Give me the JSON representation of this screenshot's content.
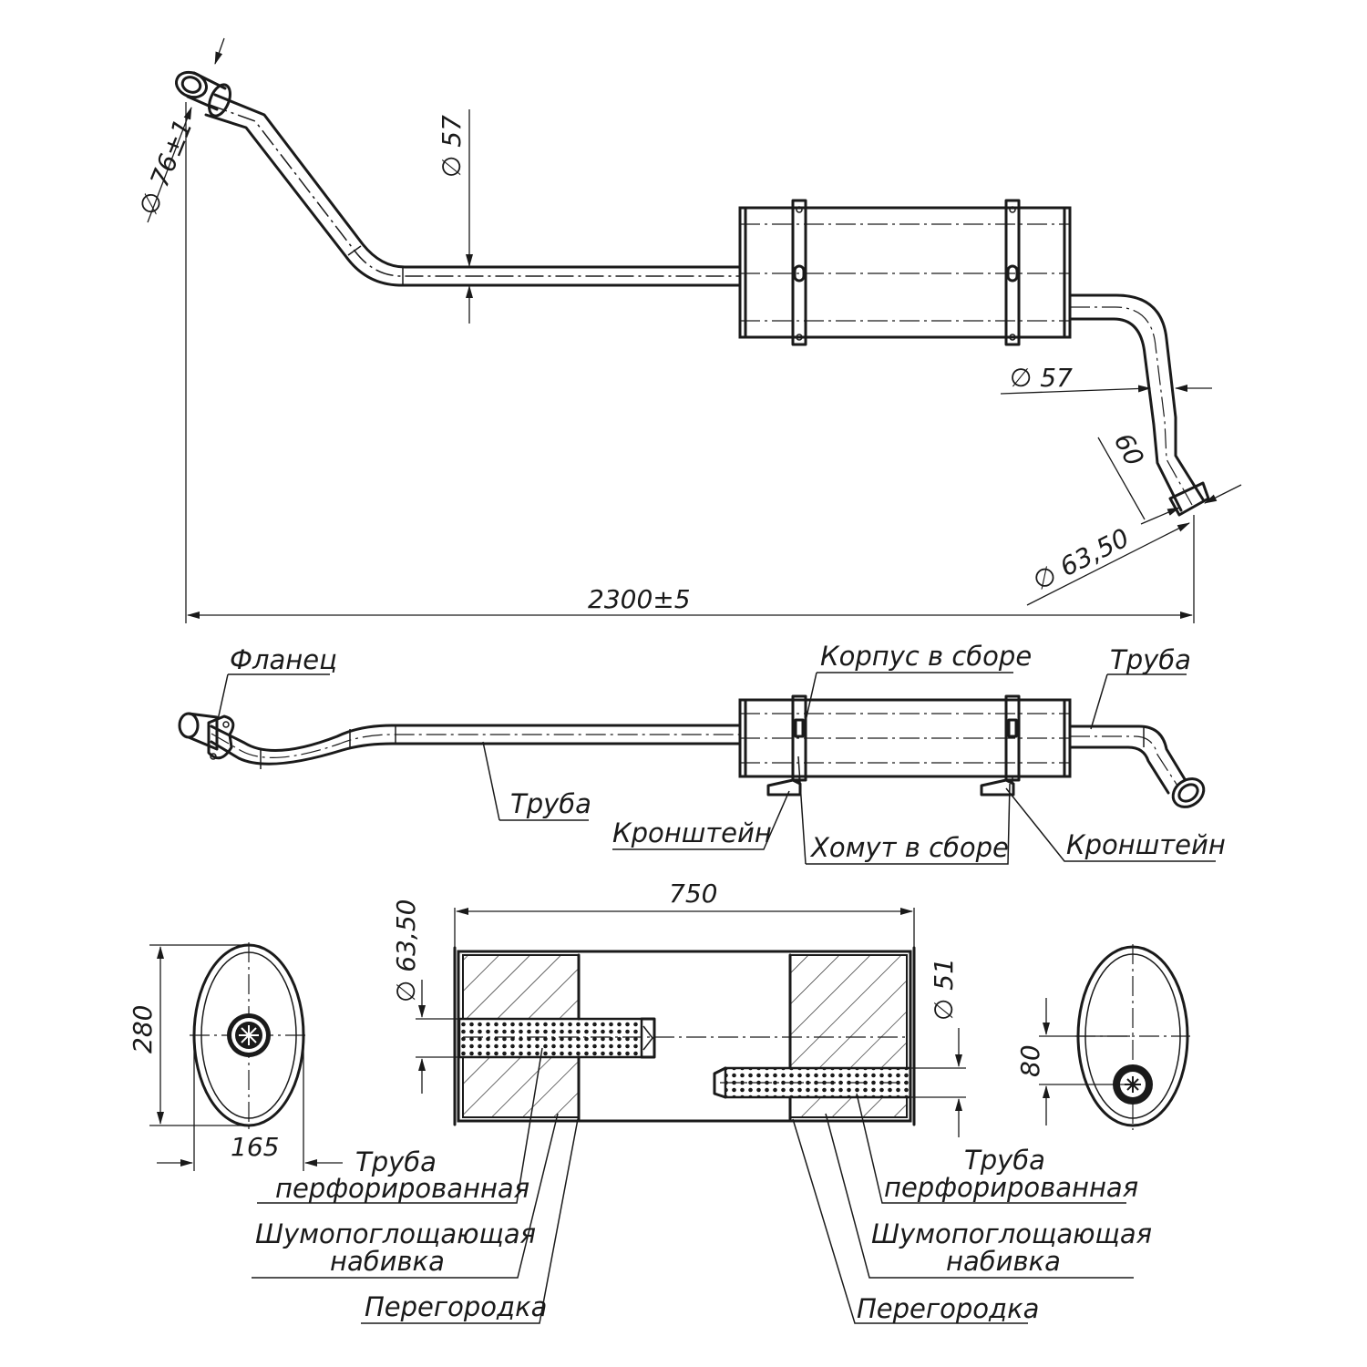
{
  "dimensions": {
    "flange_diameter": "∅ 76±1",
    "pipe_diameter_front": "∅ 57",
    "pipe_diameter_rear": "∅ 57",
    "tail_length": "60",
    "tail_diameter": "∅ 63,50",
    "overall_length": "2300±5",
    "body_length": "750",
    "inlet_diameter": "∅ 63,50",
    "outlet_diameter": "∅ 51",
    "oval_height": "280",
    "oval_width": "165",
    "outlet_offset": "80"
  },
  "labels": {
    "flange": "Фланец",
    "body_assembly": "Корпус в сборе",
    "pipe_rear": "Труба",
    "pipe_front": "Труба",
    "bracket_left": "Кронштейн",
    "clamp_assembly": "Хомут в сборе",
    "bracket_right": "Кронштейн",
    "perf_pipe_left_1": "Труба",
    "perf_pipe_left_2": "перфорированная",
    "absorber_left_1": "Шумопоглощающая",
    "absorber_left_2": "набивка",
    "partition_left": "Перегородка",
    "perf_pipe_right_1": "Труба",
    "perf_pipe_right_2": "перфорированная",
    "absorber_right_1": "Шумопоглощающая",
    "absorber_right_2": "набивка",
    "partition_right": "Перегородка"
  }
}
